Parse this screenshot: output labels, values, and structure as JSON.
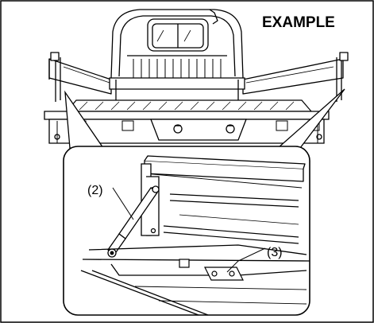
{
  "header": {
    "example_label": "EXAMPLE"
  },
  "callouts": [
    {
      "id": "gas-strut",
      "label": "(2)"
    },
    {
      "id": "mounting-bracket",
      "label": "(3)"
    }
  ],
  "colors": {
    "line": "#000000",
    "background": "#ffffff"
  }
}
